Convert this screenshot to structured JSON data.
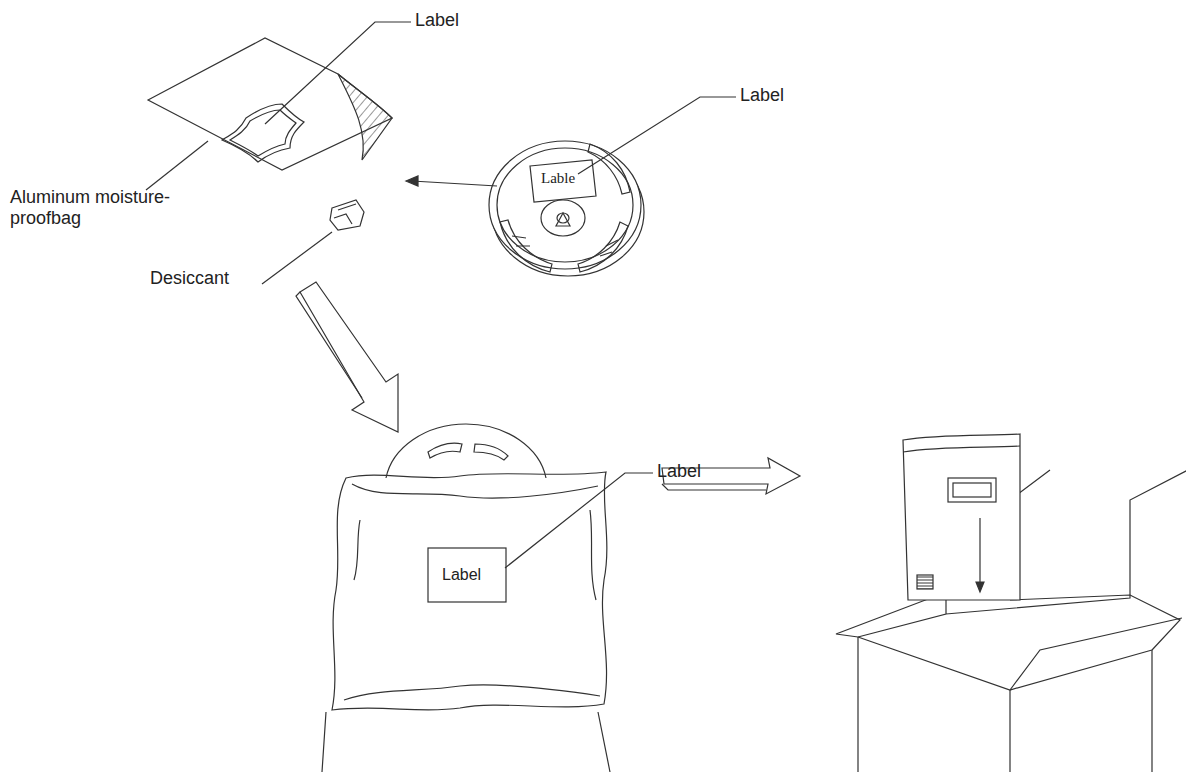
{
  "diagram": {
    "labels": [
      "Label",
      "Label",
      "Aluminum moisture-proofbag",
      "Lable",
      "Desiccant",
      "Label",
      "Label"
    ]
  }
}
